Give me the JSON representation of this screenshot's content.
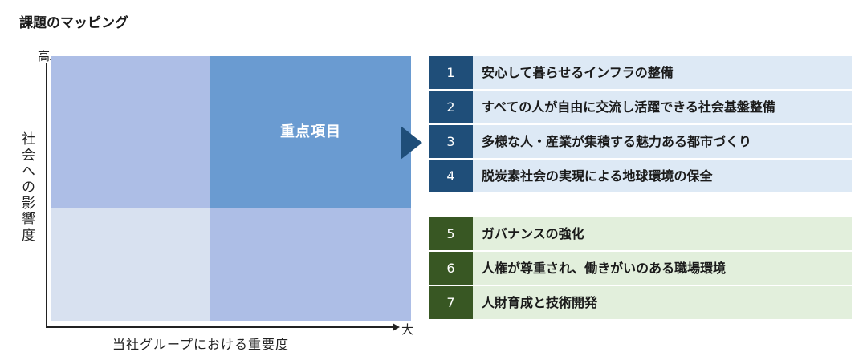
{
  "title": "課題のマッピング",
  "axes": {
    "y_label": "社会への影響度",
    "y_high": "高",
    "x_label": "当社グループにおける重要度",
    "x_high": "大"
  },
  "matrix": {
    "focus_label": "重点項目"
  },
  "focus_items": [
    {
      "num": "1",
      "text": "安心して暮らせるインフラの整備"
    },
    {
      "num": "2",
      "text": "すべての人が自由に交流し活躍できる社会基盤整備"
    },
    {
      "num": "3",
      "text": "多様な人・産業が集積する魅力ある都市づくり"
    },
    {
      "num": "4",
      "text": "脱炭素社会の実現による地球環境の保全"
    }
  ],
  "other_items": [
    {
      "num": "5",
      "text": "ガバナンスの強化"
    },
    {
      "num": "6",
      "text": "人権が尊重され、働きがいのある職場環境"
    },
    {
      "num": "7",
      "text": "人財育成と技術開発"
    }
  ],
  "colors": {
    "focus_number": "#1f4e79",
    "focus_row": "#dde9f5",
    "other_number": "#385723",
    "other_row": "#e2efdc",
    "quadrant_focus": "#6a9bd1",
    "quadrant_mid": "#adbee6",
    "quadrant_low": "#d8e1f0"
  }
}
